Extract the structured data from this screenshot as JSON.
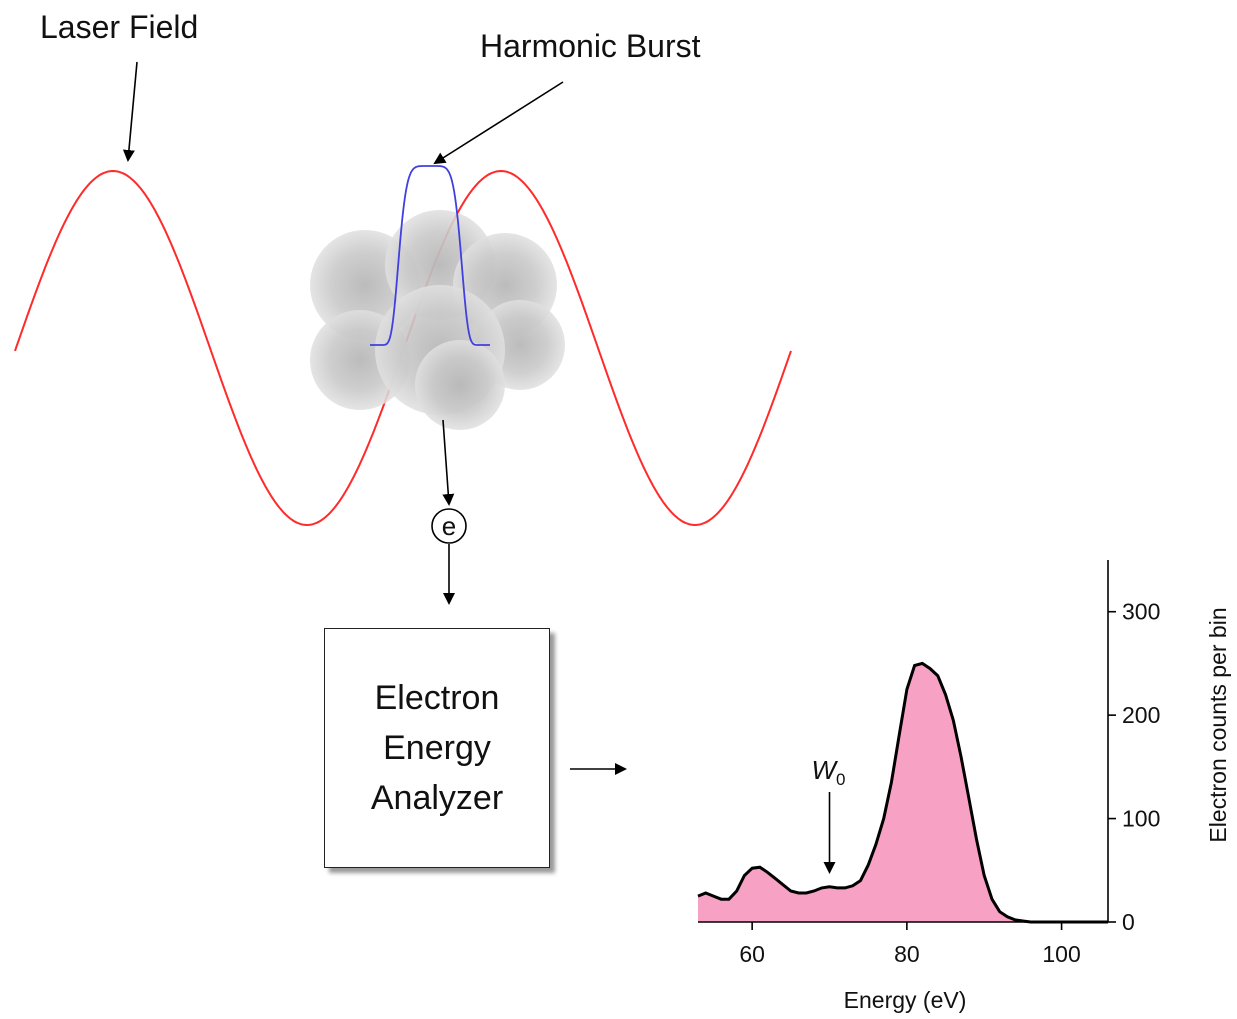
{
  "labels": {
    "laser_field": "Laser Field",
    "harmonic_burst": "Harmonic Burst",
    "electron": "e"
  },
  "analyzer": {
    "line1": "Electron",
    "line2": "Energy",
    "line3": "Analyzer"
  },
  "colors": {
    "laser": "#ff2a2a",
    "harmonic": "#4040e0",
    "spectrum_fill": "#f7a1c4",
    "spectrum_line": "#000000"
  },
  "chart_data": {
    "type": "area",
    "xlabel": "Energy (eV)",
    "ylabel": "Electron counts per bin",
    "xlim": [
      53,
      106
    ],
    "ylim": [
      0,
      350
    ],
    "x_ticks": [
      "60",
      "80",
      "100"
    ],
    "y_ticks": [
      "0",
      "100",
      "200",
      "300"
    ],
    "annotation": {
      "text": "W",
      "subscript": "0",
      "x": 70
    },
    "series": [
      {
        "x": [
          53,
          54,
          55,
          56,
          57,
          58,
          59,
          60,
          61,
          62,
          63,
          64,
          65,
          66,
          67,
          68,
          69,
          70,
          71,
          72,
          73,
          74,
          75,
          76,
          77,
          78,
          79,
          80,
          81,
          82,
          83,
          84,
          85,
          86,
          87,
          88,
          89,
          90,
          91,
          92,
          93,
          94,
          95,
          96,
          98,
          100,
          102,
          104,
          106
        ],
        "values": [
          25,
          28,
          25,
          22,
          22,
          30,
          45,
          52,
          53,
          48,
          42,
          36,
          30,
          28,
          28,
          30,
          33,
          34,
          33,
          33,
          35,
          40,
          55,
          75,
          100,
          135,
          180,
          225,
          248,
          250,
          245,
          238,
          220,
          195,
          160,
          120,
          80,
          45,
          22,
          10,
          5,
          2,
          1,
          0,
          0,
          0,
          0,
          0,
          0
        ]
      }
    ]
  }
}
